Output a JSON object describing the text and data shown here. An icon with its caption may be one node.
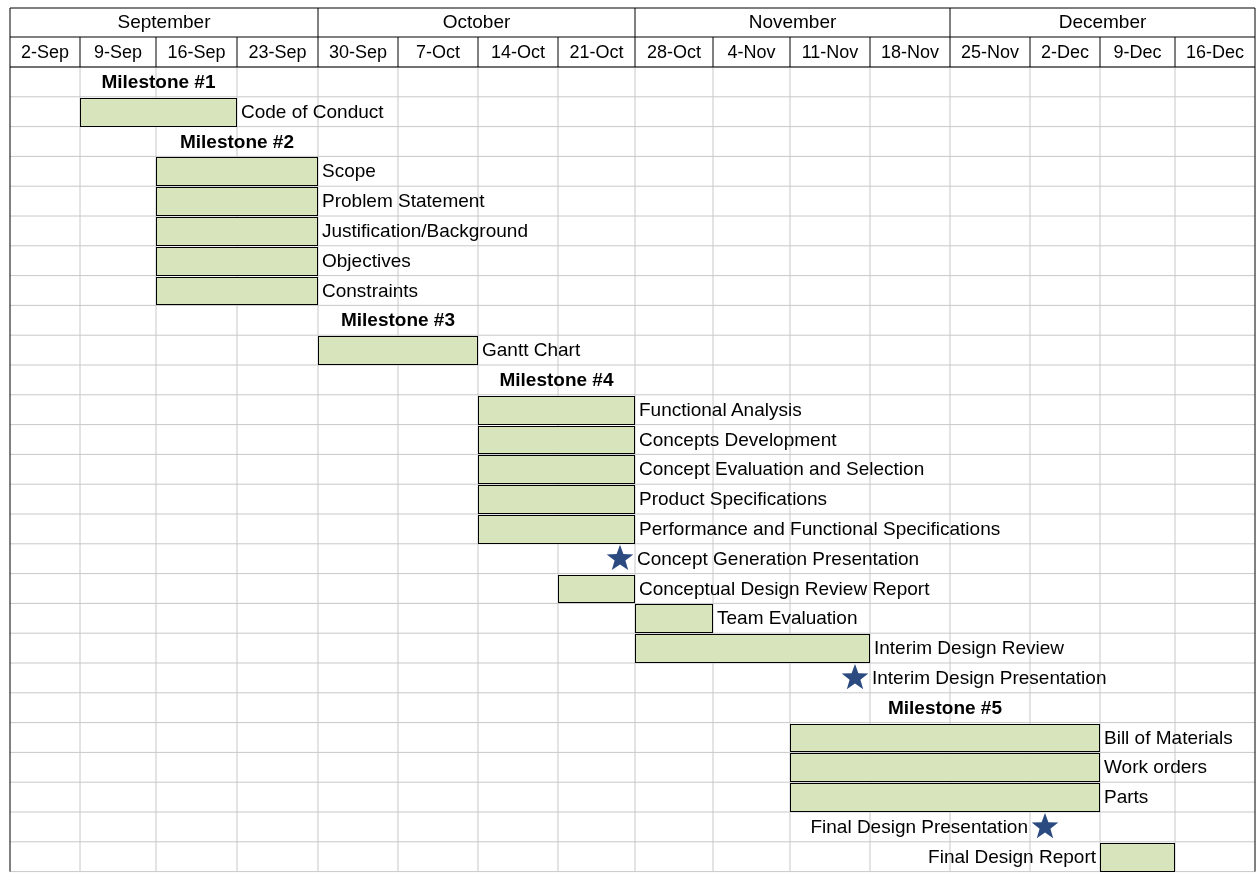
{
  "diagram": {
    "nodes": [
      {
        "text": [],
        "shape": "bar",
        "beside": [
          "Code of Conduct"
        ]
      },
      {
        "text": [],
        "shape": "bar",
        "beside": [
          "Scope"
        ]
      },
      {
        "text": [],
        "shape": "bar",
        "beside": [
          "Problem Statement"
        ]
      },
      {
        "text": [],
        "shape": "bar",
        "beside": [
          "Justification/Background"
        ]
      },
      {
        "text": [],
        "shape": "bar",
        "beside": [
          "Objectives"
        ]
      },
      {
        "text": [],
        "shape": "bar",
        "beside": [
          "Constraints"
        ]
      },
      {
        "text": [],
        "shape": "bar",
        "beside": [
          "Gantt Chart"
        ]
      },
      {
        "text": [],
        "shape": "bar",
        "beside": [
          "Functional Analysis"
        ]
      },
      {
        "text": [],
        "shape": "bar",
        "beside": [
          "Concepts Development"
        ]
      },
      {
        "text": [],
        "shape": "bar",
        "beside": [
          "Concept Evaluation and Selection"
        ]
      },
      {
        "text": [],
        "shape": "bar",
        "beside": [
          "Product Specifications"
        ]
      },
      {
        "text": [],
        "shape": "bar",
        "beside": [
          "Performance and Functional Specifications"
        ]
      },
      {
        "text": [],
        "shape": "star",
        "beside": [
          "Concept Generation Presentation"
        ]
      },
      {
        "text": [],
        "shape": "bar",
        "beside": [
          "Conceptual Design Review Report"
        ]
      },
      {
        "text": [],
        "shape": "bar",
        "beside": [
          "Team Evaluation"
        ]
      },
      {
        "text": [],
        "shape": "bar",
        "beside": [
          "Interim Design Review"
        ]
      },
      {
        "text": [],
        "shape": "star",
        "beside": [
          "Interim Design Presentation"
        ]
      },
      {
        "text": [],
        "shape": "bar",
        "beside": [
          "Bill of Materials"
        ]
      },
      {
        "text": [],
        "shape": "bar",
        "beside": [
          "Work orders"
        ]
      },
      {
        "text": [],
        "shape": "bar",
        "beside": [
          "Parts"
        ]
      },
      {
        "text": [],
        "shape": "star",
        "beside": [
          "Final Design Presentation"
        ]
      },
      {
        "text": [],
        "shape": "bar",
        "beside": [
          "Final Design Report"
        ]
      }
    ],
    "labels": [
      "September",
      "October",
      "November",
      "December",
      "2-Sep",
      "9-Sep",
      "16-Sep",
      "23-Sep",
      "30-Sep",
      "7-Oct",
      "14-Oct",
      "21-Oct",
      "28-Oct",
      "4-Nov",
      "11-Nov",
      "18-Nov",
      "25-Nov",
      "2-Dec",
      "9-Dec",
      "16-Dec",
      "Milestone #1",
      "Milestone #2",
      "Milestone #3",
      "Milestone #4",
      "Milestone #5"
    ]
  }
}
